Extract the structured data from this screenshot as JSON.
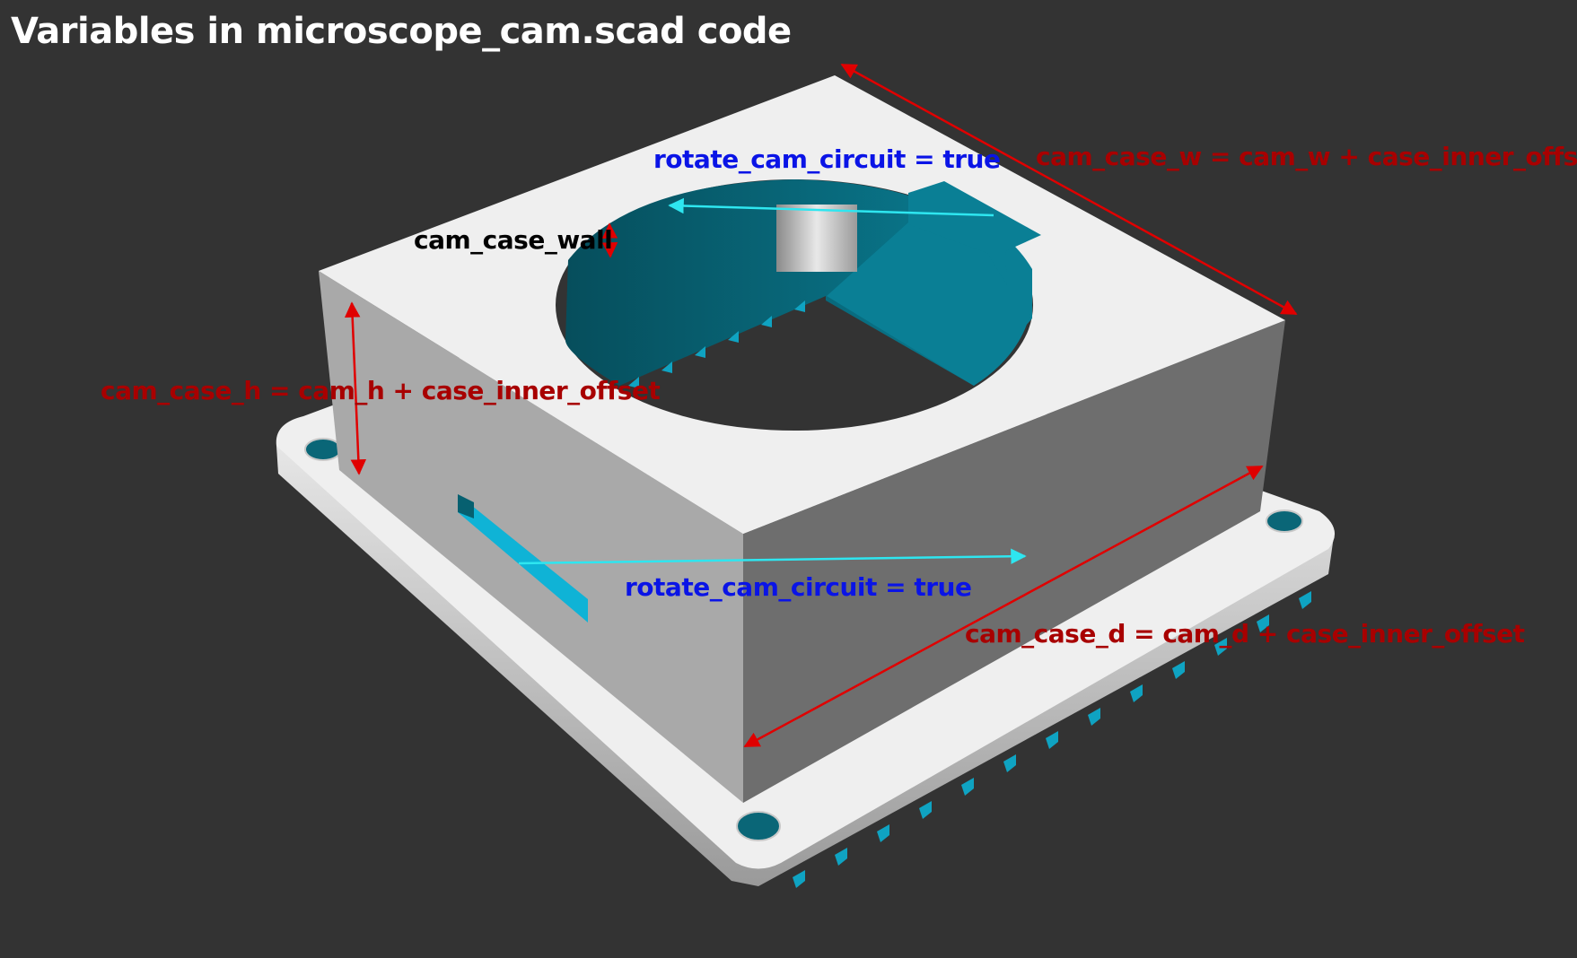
{
  "title": "Variables in microscope_cam.scad code",
  "labels": {
    "width": "cam_case_w = cam_w + case_inner_offset",
    "height": "cam_case_h = cam_h + case_inner_offset",
    "depth": "cam_case_d = cam_d + case_inner_offset",
    "wall": "cam_case_wall",
    "rotate_top": "rotate_cam_circuit = true",
    "rotate_side": "rotate_cam_circuit = true"
  },
  "colors": {
    "background": "#333333",
    "dimension_arrow": "#e00000",
    "rotation_arrow": "#2ee6f0",
    "dimension_text": "#a80000",
    "rotation_text": "#0a14e6",
    "wall_text": "#000000",
    "case_top": "#efefef",
    "case_left": "#a9a9a9",
    "case_right": "#6e6e6e",
    "cavity": "#0a7f95"
  }
}
